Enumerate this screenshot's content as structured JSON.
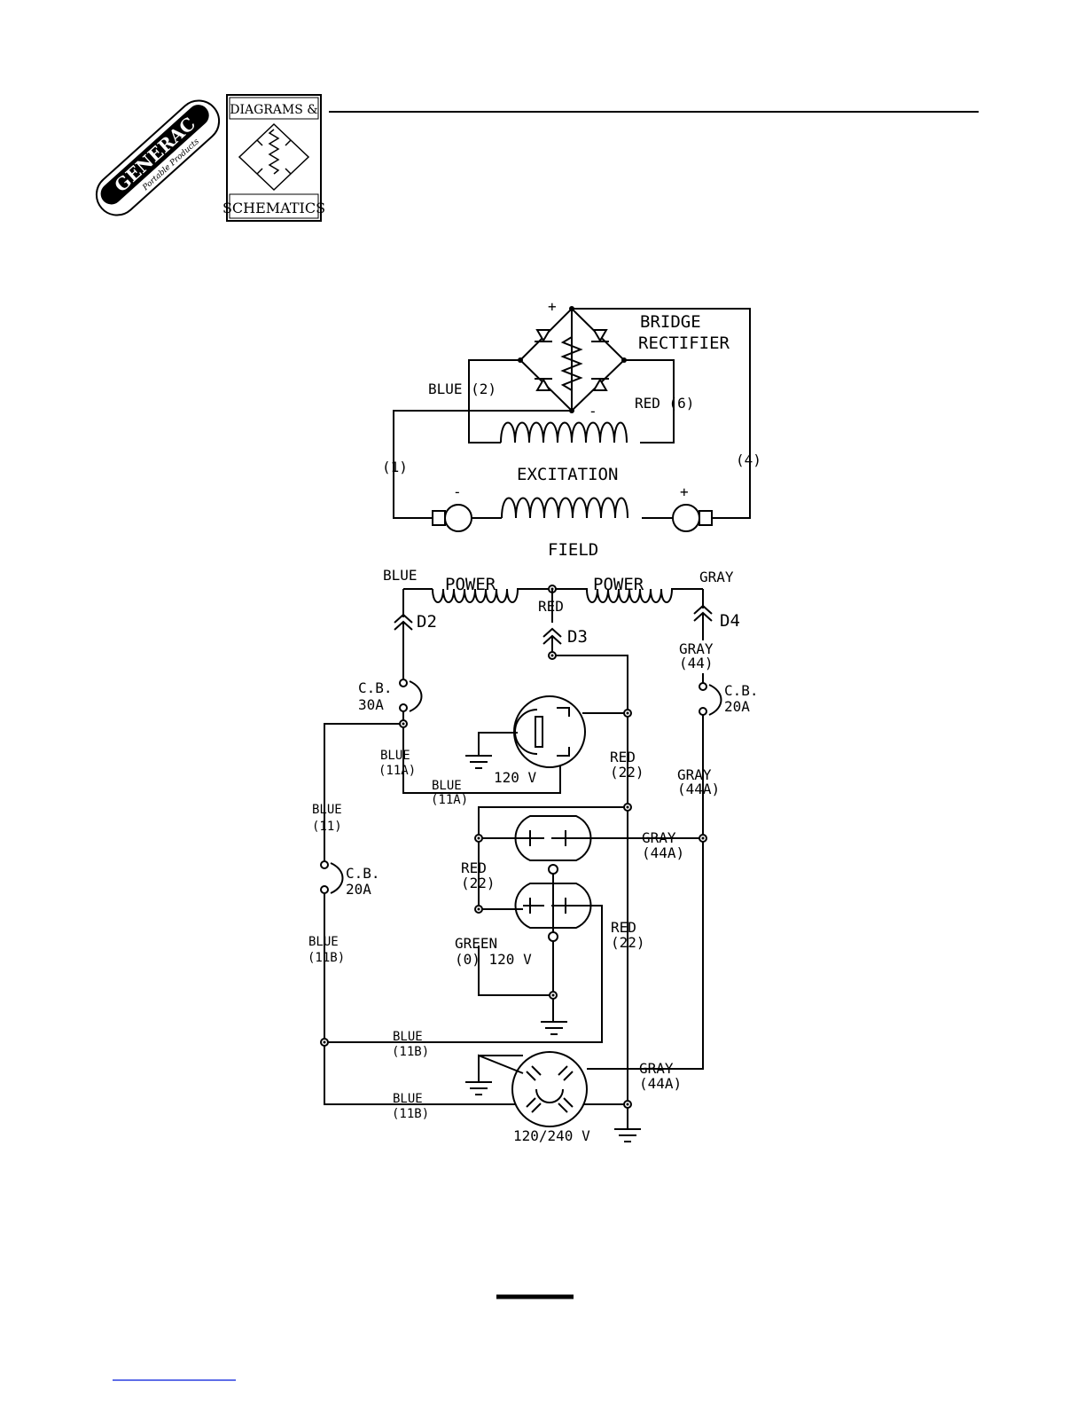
{
  "header": {
    "brand": "GENERAC",
    "brand_sub": "Portable Products",
    "badge_top": "DIAGRAMS &",
    "badge_bottom": "SCHEMATICS"
  },
  "diagram": {
    "bridge_label_1": "BRIDGE",
    "bridge_label_2": "RECTIFIER",
    "plus_top": "+",
    "minus_bottom": "-",
    "blue2": "BLUE (2)",
    "red6": "RED (6)",
    "wire1": "(1)",
    "wire4": "(4)",
    "excitation": "EXCITATION",
    "field": "FIELD",
    "field_minus": "-",
    "field_plus": "+",
    "blue_top": "BLUE",
    "gray_top": "GRAY",
    "power_left": "POWER",
    "power_right": "POWER",
    "red_mid": "RED",
    "d2": "D2",
    "d3": "D3",
    "d4": "D4",
    "gray44_a": "GRAY",
    "gray44_b": "(44)",
    "cb30_a": "C.B.",
    "cb30_b": "30A",
    "cb20r_a": "C.B.",
    "cb20r_b": "20A",
    "blue11a_1a": "BLUE",
    "blue11a_1b": "(11A)",
    "blue11a_2a": "BLUE",
    "blue11a_2b": "(11A)",
    "v120_top": "120 V",
    "red22_1a": "RED",
    "red22_1b": "(22)",
    "gray44a_1a": "GRAY",
    "gray44a_1b": "(44A)",
    "blue11_a": "BLUE",
    "blue11_b": "(11)",
    "gray44a_2a": "GRAY",
    "gray44a_2b": "(44A)",
    "cb20l_a": "C.B.",
    "cb20l_b": "20A",
    "red22_2a": "RED",
    "red22_2b": "(22)",
    "blue11b_1a": "BLUE",
    "blue11b_1b": "(11B)",
    "green_a": "GREEN",
    "green_b": "(0) 120 V",
    "red22_3a": "RED",
    "red22_3b": "(22)",
    "blue11b_2a": "BLUE",
    "blue11b_2b": "(11B)",
    "gray44a_3a": "GRAY",
    "gray44a_3b": "(44A)",
    "blue11b_3a": "BLUE",
    "blue11b_3b": "(11B)",
    "v120_240": "120/240 V"
  }
}
